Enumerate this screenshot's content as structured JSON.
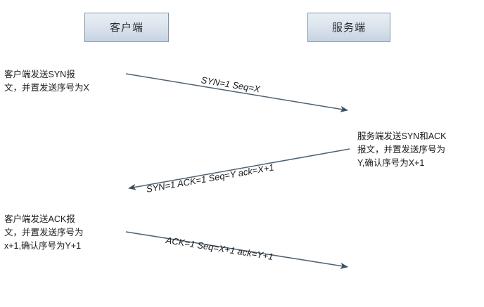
{
  "diagram": {
    "title": "TCP three-way handshake sequence diagram",
    "colors": {
      "box_border": "#8296ab",
      "box_fill_top": "#e8eef4",
      "box_fill_bottom": "#c6d3e0",
      "lifeline": "#7f97a6",
      "arrow": "#4f6272",
      "arrowhead": "#3c4f5e",
      "text": "#1a1a1a",
      "background": "#ffffff"
    },
    "participants": [
      {
        "id": "client",
        "label": "客户端"
      },
      {
        "id": "server",
        "label": "服务端"
      }
    ],
    "messages": [
      {
        "id": "syn",
        "from": "client",
        "to": "server",
        "label": "SYN=1   Seq=X",
        "direction": "right"
      },
      {
        "id": "syn-ack",
        "from": "server",
        "to": "client",
        "label": "SYN=1 ACK=1 Seq=Y  ack=X+1",
        "direction": "left"
      },
      {
        "id": "ack",
        "from": "client",
        "to": "server",
        "label": "ACK=1  Seq=X+1 ack=Y+1",
        "direction": "right"
      }
    ],
    "notes": [
      {
        "id": "note-client-syn",
        "side": "left",
        "lines": [
          "客户端发送SYN报",
          "文，并置发送序号为X"
        ]
      },
      {
        "id": "note-server-synack",
        "side": "right",
        "lines": [
          "服务端发送SYN和ACK",
          "报文，并置发送序号为",
          "Y,确认序号为X+1"
        ]
      },
      {
        "id": "note-client-ack",
        "side": "left",
        "lines": [
          "客户端发送ACK报",
          "文，并置发送序号为",
          "x+1,确认序号为Y+1"
        ]
      }
    ]
  }
}
